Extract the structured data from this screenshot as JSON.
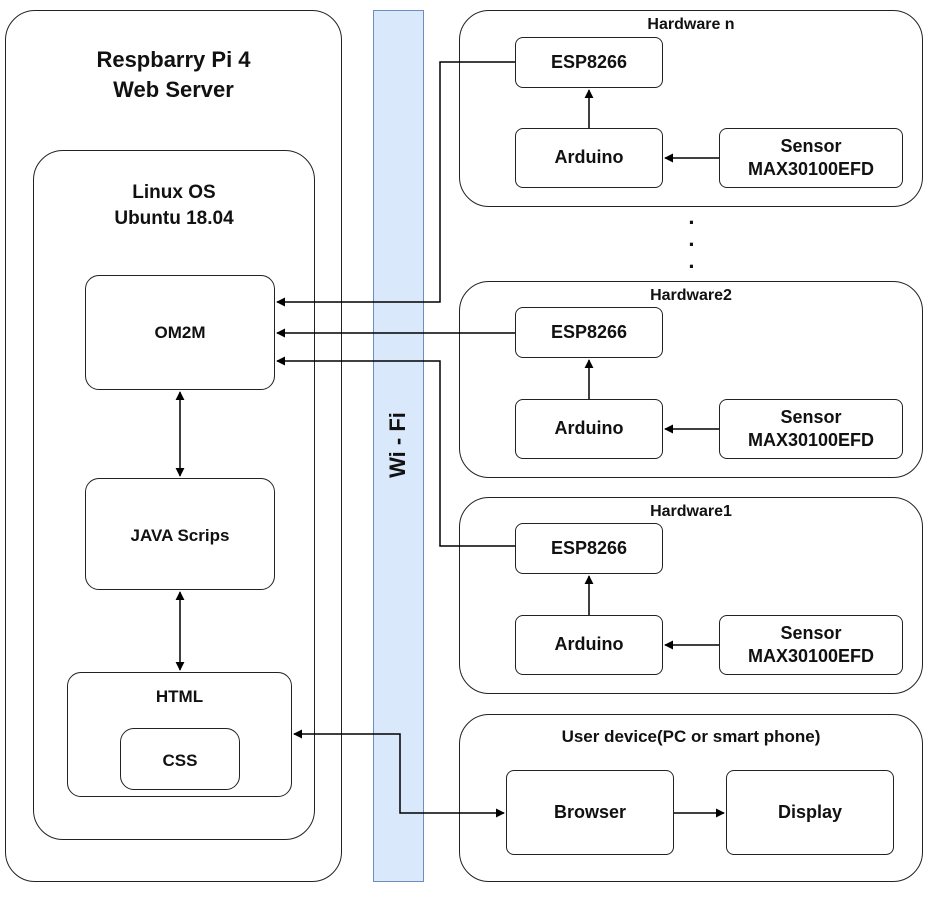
{
  "server": {
    "title_line1": "Respbarry Pi 4",
    "title_line2": "Web Server",
    "os_line1": "Linux OS",
    "os_line2": "Ubuntu 18.04",
    "om2m": "OM2M",
    "java": "JAVA Scrips",
    "html": "HTML",
    "css": "CSS"
  },
  "network": {
    "label": "Wi - Fi",
    "color": "#dae8fc"
  },
  "hardware": [
    {
      "title": "Hardware n",
      "esp": "ESP8266",
      "arduino": "Arduino",
      "sensor_line1": "Sensor",
      "sensor_line2": "MAX30100EFD"
    },
    {
      "title": "Hardware2",
      "esp": "ESP8266",
      "arduino": "Arduino",
      "sensor_line1": "Sensor",
      "sensor_line2": "MAX30100EFD"
    },
    {
      "title": "Hardware1",
      "esp": "ESP8266",
      "arduino": "Arduino",
      "sensor_line1": "Sensor",
      "sensor_line2": "MAX30100EFD"
    }
  ],
  "ellipsis": ":\n.",
  "user_device": {
    "title": "User device(PC or smart phone)",
    "browser": "Browser",
    "display": "Display"
  }
}
